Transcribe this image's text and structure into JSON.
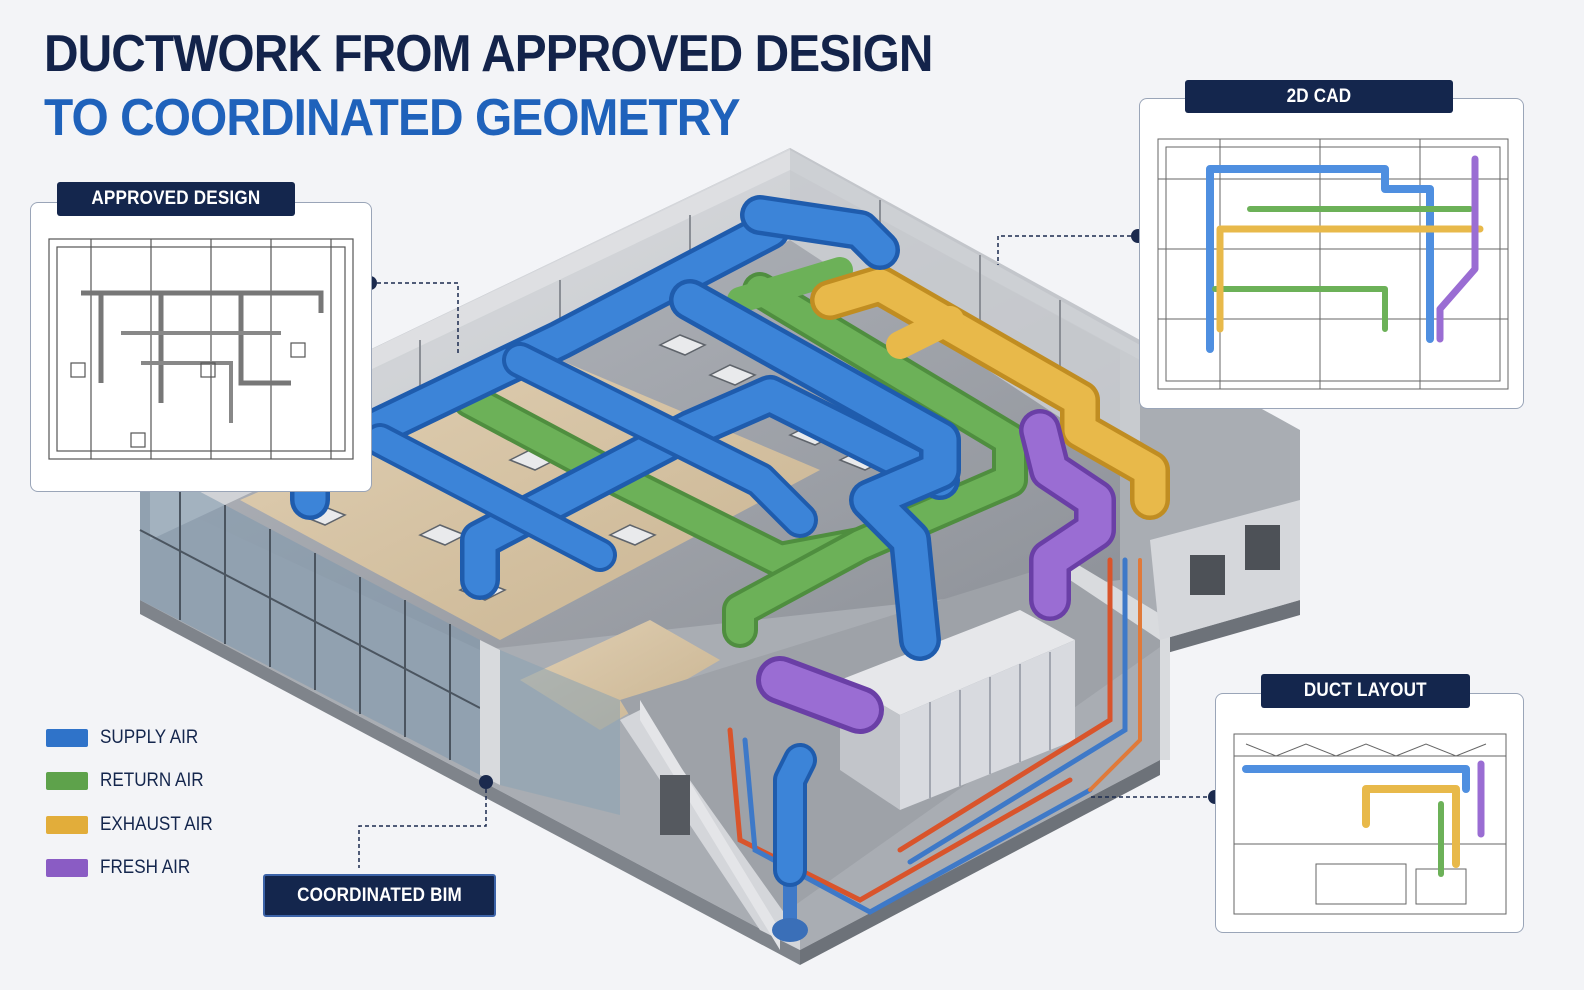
{
  "title": {
    "line1": "DUCTWORK FROM APPROVED DESIGN",
    "line2": "TO COORDINATED GEOMETRY"
  },
  "callouts": {
    "approved_design": "APPROVED DESIGN",
    "cad_2d": "2D CAD",
    "duct_layout": "DUCT LAYOUT",
    "coordinated_bim": "COORDINATED BIM"
  },
  "legend": [
    {
      "label": "SUPPLY AIR",
      "color": "#2f73c9"
    },
    {
      "label": "RETURN AIR",
      "color": "#5ea24b"
    },
    {
      "label": "EXHAUST AIR",
      "color": "#e2ad3a"
    },
    {
      "label": "FRESH AIR",
      "color": "#8a5cc4"
    }
  ],
  "colors": {
    "navy": "#14264d",
    "title_blue": "#1f62bb",
    "supply": "#2f73c9",
    "return": "#5ea24b",
    "exhaust": "#e2ad3a",
    "fresh": "#8a5cc4",
    "concrete": "#c9ccd1"
  }
}
